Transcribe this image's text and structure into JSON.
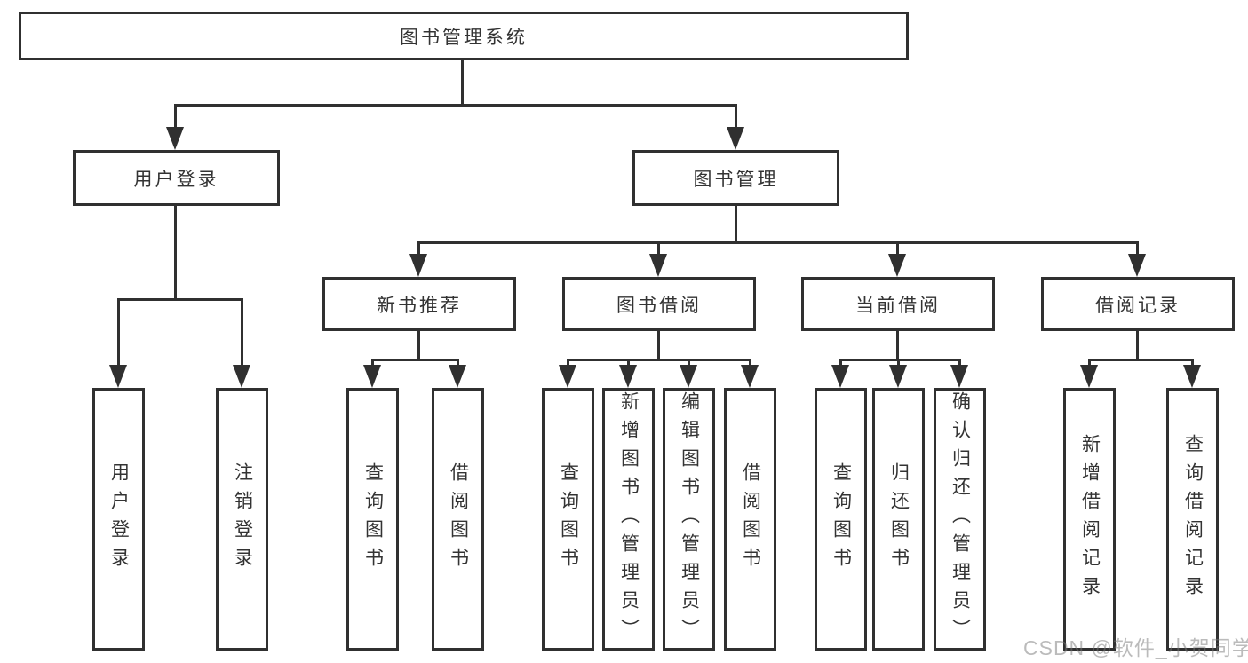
{
  "diagram": {
    "type": "hierarchy-tree",
    "root": {
      "label": "图书管理系统"
    },
    "level2": [
      {
        "id": "user-login",
        "label": "用户登录"
      },
      {
        "id": "book-management",
        "label": "图书管理"
      }
    ],
    "level3": [
      {
        "id": "new-book-recommendation",
        "label": "新书推荐",
        "parent": "图书管理"
      },
      {
        "id": "book-borrowing",
        "label": "图书借阅",
        "parent": "图书管理"
      },
      {
        "id": "current-borrowing",
        "label": "当前借阅",
        "parent": "图书管理"
      },
      {
        "id": "borrowing-records",
        "label": "借阅记录",
        "parent": "图书管理"
      }
    ],
    "leaves": [
      {
        "label": "用户登录",
        "parent": "用户登录"
      },
      {
        "label": "注销登录",
        "parent": "用户登录"
      },
      {
        "label": "查询图书",
        "parent": "新书推荐"
      },
      {
        "label": "借阅图书",
        "parent": "新书推荐"
      },
      {
        "label": "查询图书",
        "parent": "图书借阅"
      },
      {
        "label": "新增图书（管理员）",
        "parent": "图书借阅"
      },
      {
        "label": "编辑图书（管理员）",
        "parent": "图书借阅"
      },
      {
        "label": "借阅图书",
        "parent": "图书借阅"
      },
      {
        "label": "查询图书",
        "parent": "当前借阅"
      },
      {
        "label": "归还图书",
        "parent": "当前借阅"
      },
      {
        "label": "确认归还（管理员）",
        "parent": "当前借阅"
      },
      {
        "label": "新增借阅记录",
        "parent": "借阅记录"
      },
      {
        "label": "查询借阅记录",
        "parent": "借阅记录"
      }
    ],
    "colors": {
      "line": "#303030",
      "box_border": "#303030",
      "text": "#333333",
      "background": "#ffffff",
      "watermark": "#a9a9a9"
    }
  },
  "watermark": {
    "text": "CSDN @软件_小贺同学"
  }
}
